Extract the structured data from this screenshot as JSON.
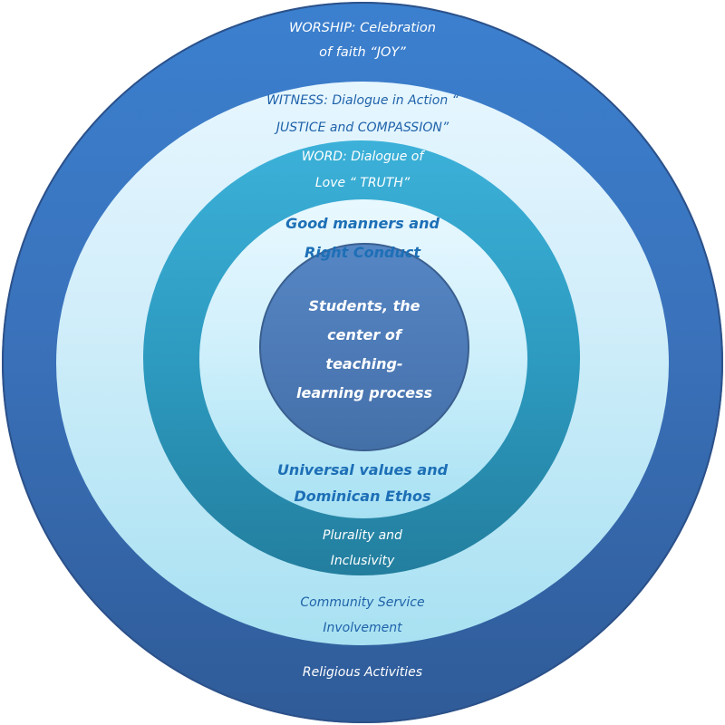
{
  "rings": {
    "outer": {
      "top_label": "WORSHIP: Celebration\nof faith “JOY”",
      "bottom_label": "Religious Activities",
      "color": "#3a72bb"
    },
    "second": {
      "top_label": "WITNESS: Dialogue in Action “\nJUSTICE and COMPASSION”",
      "bottom_label": "Community Service\nInvolvement",
      "color": "#d2eefa"
    },
    "third": {
      "top_label": "WORD: Dialogue of\nLove “ TRUTH”",
      "bottom_label": "Plurality and\nInclusivity",
      "color": "#2c98bd"
    },
    "fourth": {
      "top_label": "Good manners and\nRight Conduct",
      "bottom_label": "Universal values and\nDominican Ethos",
      "color": "#cdeffb"
    },
    "center": {
      "label": "Students, the\ncenter of\nteaching-\nlearning process",
      "color": "#4c79b5"
    }
  }
}
